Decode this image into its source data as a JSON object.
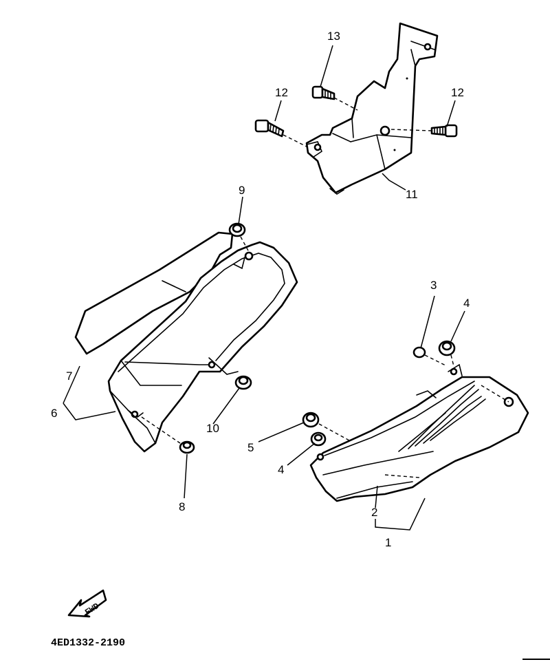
{
  "labels": {
    "l1": "1",
    "l2": "2",
    "l3": "3",
    "l4a": "4",
    "l4b": "4",
    "l5": "5",
    "l6": "6",
    "l7": "7",
    "l8": "8",
    "l9": "9",
    "l10": "10",
    "l11": "11",
    "l12a": "12",
    "l12b": "12",
    "l13": "13"
  },
  "fwd_label": "FWD",
  "diagram_code": "4ED1332-2190",
  "colors": {
    "ink": "#000000",
    "paper": "#ffffff"
  }
}
